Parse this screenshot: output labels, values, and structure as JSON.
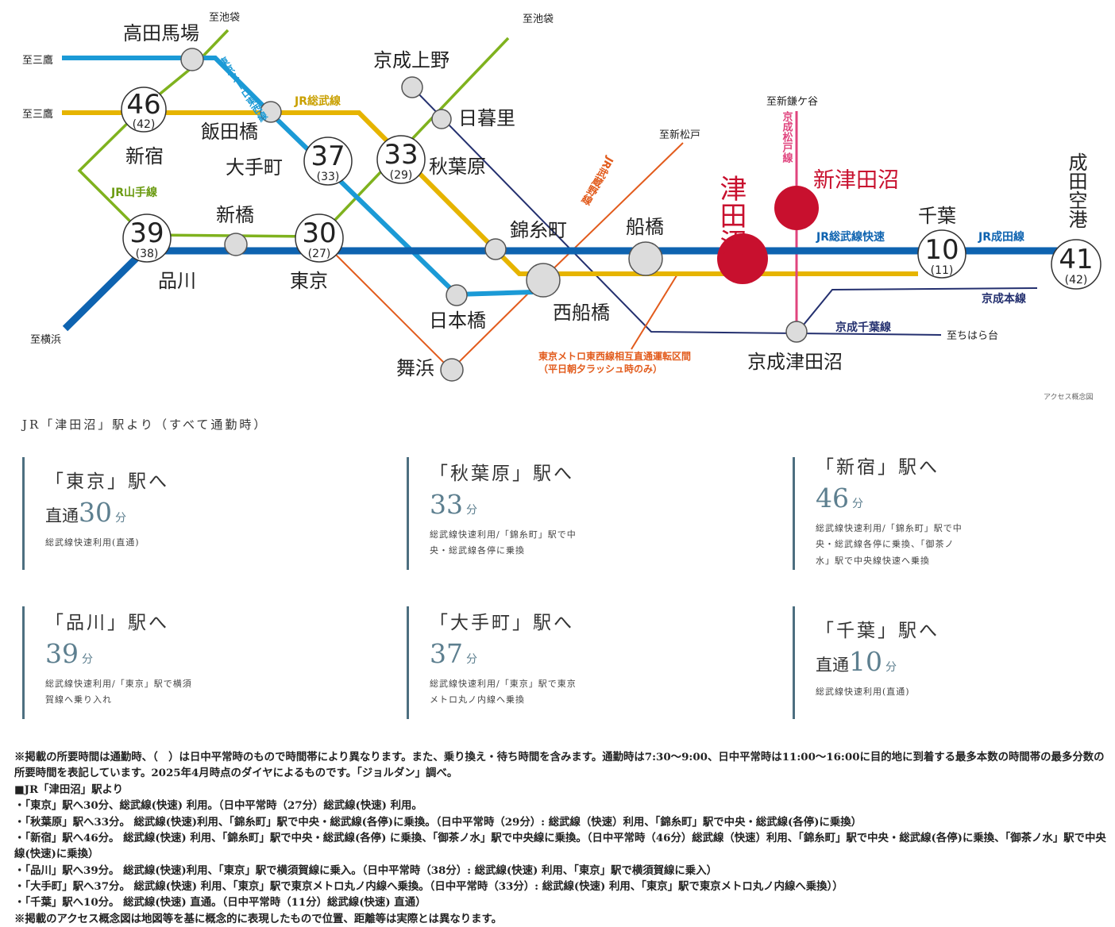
{
  "colors": {
    "chuo_rapid": "#1b9ad6",
    "sobu_local": "#e6b400",
    "yamanote": "#7fb21e",
    "sobu_rapid": "#0e63b0",
    "tozai": "#e25b1c",
    "keisei": "#24306f",
    "shinkeisei": "#e0447e",
    "highlight": "#c8102e",
    "card_accent": "#4d6f80"
  },
  "map": {
    "stations": {
      "takadanobaba": "高田馬場",
      "shinjuku": "新宿",
      "iidabashi": "飯田橋",
      "otemachi": "大手町",
      "keisei_ueno": "京成上野",
      "nippori": "日暮里",
      "akihabara": "秋葉原",
      "shinagawa": "品川",
      "shimbashi": "新橋",
      "tokyo": "東京",
      "kinshicho": "錦糸町",
      "funabashi": "船橋",
      "nishifunabashi": "西船橋",
      "nihonbashi": "日本橋",
      "maihama": "舞浜",
      "tsudanuma": "津田沼",
      "shin_tsudanuma": "新津田沼",
      "chiba": "千葉",
      "narita_airport": "成田空港",
      "keisei_tsudanuma": "京成津田沼"
    },
    "badges": {
      "shinjuku": {
        "main": "46",
        "sub": "(42)"
      },
      "otemachi": {
        "main": "37",
        "sub": "(33)"
      },
      "akihabara": {
        "main": "33",
        "sub": "(29)"
      },
      "shinagawa": {
        "main": "39",
        "sub": "(38)"
      },
      "tokyo": {
        "main": "30",
        "sub": "(27)"
      },
      "chiba": {
        "main": "10",
        "sub": "(11)"
      },
      "narita": {
        "main": "41",
        "sub": "(42)"
      }
    },
    "destinations": {
      "ikebukuro_a": "至池袋",
      "ikebukuro_b": "至池袋",
      "mitaka_a": "至三鷹",
      "mitaka_b": "至三鷹",
      "yokohama": "至横浜",
      "shinmatsudo": "至新松戸",
      "shinkamagaya": "至新鎌ケ谷",
      "chiharadai": "至ちはら台"
    },
    "lines": {
      "tozai_metro": "東京メトロ東西線",
      "sobu_local": "JR総武線",
      "yamanote": "JR山手線",
      "musashino": "JR武蔵野線",
      "shinkeisei": "京成松戸線",
      "sobu_rapid": "JR総武線快速",
      "narita_line": "JR成田線",
      "keisei_main": "京成本線",
      "keisei_chiba": "京成千葉線"
    },
    "tozai_note_1": "東京メトロ東西線相互直通運転区間",
    "tozai_note_2": "（平日朝夕ラッシュ時のみ）",
    "caption": "アクセス概念図"
  },
  "heading": "JR「津田沼」駅より（すべて通勤時）",
  "cards": [
    {
      "dest": "「東京」駅へ",
      "prefix": "直通",
      "minutes": "30",
      "unit": "分",
      "note": "総武線快速利用(直通)"
    },
    {
      "dest": "「秋葉原」駅へ",
      "prefix": "",
      "minutes": "33",
      "unit": "分",
      "note": "総武線快速利用/「錦糸町」駅で中央・総武線各停に乗換"
    },
    {
      "dest": "「新宿」駅へ",
      "prefix": "",
      "minutes": "46",
      "unit": "分",
      "note": "総武線快速利用/「錦糸町」駅で中央・総武線各停に乗換、「御茶ノ水」駅で中央線快速へ乗換"
    },
    {
      "dest": "「品川」駅へ",
      "prefix": "",
      "minutes": "39",
      "unit": "分",
      "note": "総武線快速利用/「東京」駅で横須賀線へ乗り入れ"
    },
    {
      "dest": "「大手町」駅へ",
      "prefix": "",
      "minutes": "37",
      "unit": "分",
      "note": "総武線快速利用/「東京」駅で東京メトロ丸ノ内線へ乗換"
    },
    {
      "dest": "「千葉」駅へ",
      "prefix": "直通",
      "minutes": "10",
      "unit": "分",
      "note": "総武線快速利用(直通)"
    }
  ],
  "notes": [
    "※掲載の所要時間は通勤時、（　）は日中平常時のもので時間帯により異なります。また、乗り換え・待ち時間を含みます。通勤時は7:30～9:00、日中平常時は11:00～16:00に目的地に到着する最多本数の時間帯の最多分数の所要時間を表記しています。2025年4月時点のダイヤによるものです。「ジョルダン」調べ。",
    "■JR「津田沼」駅より",
    "・「東京」駅へ30分、総武線(快速) 利用。（日中平常時（27分）総武線(快速) 利用。",
    "・「秋葉原」駅へ33分。 総武線(快速)利用、「錦糸町」駅で中央・総武線(各停)に乗換。（日中平常時（29分）: 総武線（快速）利用、「錦糸町」駅で中央・総武線(各停)に乗換）",
    "・「新宿」駅へ46分。 総武線(快速) 利用、「錦糸町」駅で中央・総武線(各停) に乗換、「御茶ノ水」駅で中央線に乗換。（日中平常時（46分）総武線（快速）利用、「錦糸町」駅で中央・総武線(各停)に乗換、「御茶ノ水」駅で中央線(快速)に乗換）",
    "・「品川」駅へ39分。 総武線(快速)利用、「東京」駅で横須賀線に乗入。（日中平常時（38分）: 総武線(快速) 利用、「東京」駅で横須賀線に乗入）",
    "・「大手町」駅へ37分。 総武線(快速) 利用、「東京」駅で東京メトロ丸ノ内線へ乗換。（日中平常時（33分）: 総武線(快速) 利用、「東京」駅で東京メトロ丸ノ内線へ乗換））",
    "・「千葉」駅へ10分。 総武線(快速) 直通。（日中平常時（11分）総武線(快速) 直通）",
    "※掲載のアクセス概念図は地図等を基に概念的に表現したもので位置、距離等は実際とは異なります。"
  ]
}
